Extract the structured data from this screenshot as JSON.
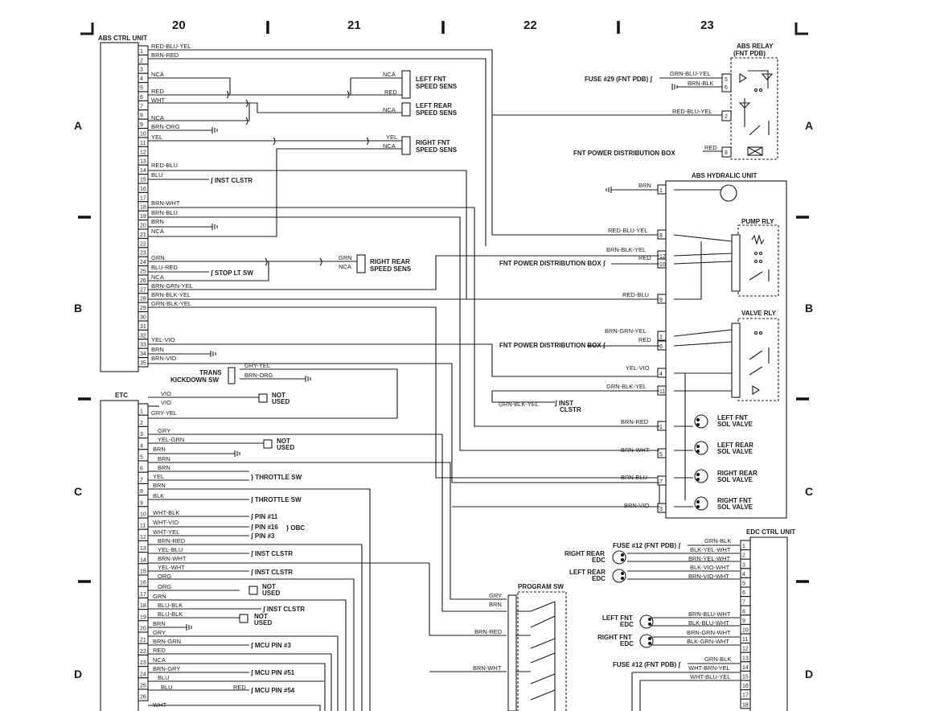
{
  "columns": [
    "20",
    "21",
    "22",
    "23"
  ],
  "rows": [
    "A",
    "B",
    "C",
    "D"
  ],
  "abs_ctrl": {
    "title": "ABS CTRL UNIT",
    "pins": [
      "1",
      "2",
      "3",
      "4",
      "5",
      "6",
      "7",
      "8",
      "9",
      "10",
      "11",
      "12",
      "13",
      "14",
      "15",
      "16",
      "17",
      "18",
      "19",
      "20",
      "21",
      "22",
      "23",
      "24",
      "25",
      "26",
      "27",
      "28",
      "29",
      "30",
      "31",
      "32",
      "33",
      "34",
      "35"
    ],
    "wires": [
      "RED-BLU-YEL",
      "BRN-RED",
      "NCA",
      "RED",
      "WHT",
      "NCA",
      "BRN-ORG",
      "YEL",
      "RED-BLU",
      "BLU",
      "BRN-WHT",
      "BRN-BLU",
      "BRN",
      "NCA",
      "GRN",
      "BLU-RED",
      "NCA",
      "BRN-GRN-YEL",
      "BRN-BLK-YEL",
      "GRN-BLK-YEL",
      "YEL-VIO",
      "BRN",
      "BRN-VIO"
    ],
    "inst_clstr": "INST CLSTR",
    "stop_lt_sw": "STOP LT SW"
  },
  "speed_sensors": {
    "left_fnt": [
      "LEFT FNT",
      "SPEED SENS"
    ],
    "left_rear": [
      "LEFT REAR",
      "SPEED SENS"
    ],
    "right_fnt": [
      "RIGHT FNT",
      "SPEED SENS"
    ],
    "right_rear": [
      "RIGHT REAR",
      "SPEED SENS"
    ],
    "wires": [
      "NCA",
      "RED",
      "NCA",
      "YEL",
      "NCA",
      "GRN",
      "NCA"
    ]
  },
  "trans_kickdown": {
    "label": [
      "TRANS",
      "KICKDOWN SW"
    ],
    "wires": [
      "GRY-YEL",
      "BRN-ORG"
    ]
  },
  "abs_relay": {
    "title": [
      "ABS RELAY",
      "(FNT PDB)"
    ],
    "fuse": "FUSE #29 (FNT PDB)",
    "fnt_pdb": "FNT POWER DISTRIBUTION BOX",
    "wires": [
      "GRN-BLU-YEL",
      "BRN-BLK",
      "RED-BLU-YEL",
      "RED"
    ],
    "pins": [
      "5",
      "6",
      "2",
      "8"
    ]
  },
  "hydraulic": {
    "title": "ABS HYDRALIC UNIT",
    "pump_rly": "PUMP RLY",
    "valve_rly": "VALVE RLY",
    "fnt_pdb": "FNT POWER DISTRIBUTION BOX",
    "inst_clstr": [
      "INST",
      "CLSTR"
    ],
    "wires": [
      "BRN",
      "RED-BLU-YEL",
      "BRN-BLK-YEL",
      "RED",
      "RED-BLU",
      "BRN-GRN-YEL",
      "RED",
      "YEL-VIO",
      "GRN-BLK-YEL",
      "GRN-BLK-YEL",
      "BRN-RED",
      "BRN-WHT",
      "BRN-BLU",
      "BRN-VIO"
    ],
    "pins": [
      "1",
      "8",
      "12",
      "10",
      "9",
      "2",
      "6",
      "4",
      "11",
      "1",
      "5",
      "7",
      "3"
    ],
    "valves": [
      [
        "LEFT FNT",
        "SOL VALVE"
      ],
      [
        "LEFT REAR",
        "SOL VALVE"
      ],
      [
        "RIGHT REAR",
        "SOL VALVE"
      ],
      [
        "RIGHT FNT",
        "SOL VALVE"
      ]
    ]
  },
  "etc": {
    "title": "ETC",
    "pins": [
      "1",
      "2",
      "3",
      "4",
      "5",
      "6",
      "7",
      "8",
      "9",
      "10",
      "11",
      "12",
      "13",
      "14",
      "15",
      "16",
      "17",
      "18",
      "19",
      "20",
      "21",
      "22",
      "23",
      "24",
      "25",
      "26"
    ],
    "wires": [
      "VIO",
      "VIO",
      "GRY-YEL",
      "GRY",
      "YEL-GRN",
      "BRN",
      "BRN",
      "BRN",
      "YEL",
      "BRN",
      "BLK",
      "WHT-BLK",
      "WHT-VIO",
      "WHT-YEL",
      "BRN-RED",
      "YEL-BLU",
      "BRN-WHT",
      "YEL-WHT",
      "ORG",
      "ORG",
      "GRN",
      "BLU-BLK",
      "BLU-BLK",
      "BRN",
      "GRY",
      "BRN-GRN",
      "RED",
      "NCA",
      "BRN-GRY",
      "BLU",
      "BLU",
      "RED",
      "WHT"
    ],
    "not_used": [
      "NOT",
      "USED"
    ],
    "throttle_sw": "THROTTLE SW",
    "pins_obc": [
      "PIN #11",
      "PIN #16",
      "PIN #3"
    ],
    "obc": "OBC",
    "inst_clstr": "INST CLSTR",
    "mcu": [
      "MCU PIN #3",
      "MCU PIN #51",
      "MCU PIN #54"
    ]
  },
  "program_sw": {
    "title": "PROGRAM SW",
    "wires": [
      "GRY",
      "BRN",
      "BRN-RED",
      "BRN-WHT"
    ]
  },
  "edc": {
    "title": "EDC CTRL UNIT",
    "fuse": "FUSE #12 (FNT PDB)",
    "right_rear": [
      "RIGHT REAR",
      "EDC"
    ],
    "left_rear": [
      "LEFT REAR",
      "EDC"
    ],
    "left_fnt": [
      "LEFT FNT",
      "EDC"
    ],
    "right_fnt": [
      "RIGHT FNT",
      "EDC"
    ],
    "wires": [
      "GRN-BLK",
      "BLK-YEL-WHT",
      "BRN-YEL-WHT",
      "BLK-VIO-WHT",
      "BRN-VIO-WHT",
      "BRN-BLU-WHT",
      "BLK-BLU-WHT",
      "BRN-GRN-WHT",
      "BLK-GRN-WHT",
      "GRN-BLK",
      "WHT-BRN-YEL",
      "WHT-BLU-YEL"
    ],
    "pins": [
      "1",
      "2",
      "3",
      "4",
      "5",
      "6",
      "7",
      "8",
      "9",
      "10",
      "11",
      "12",
      "13",
      "14",
      "15",
      "16",
      "17",
      "18"
    ]
  }
}
